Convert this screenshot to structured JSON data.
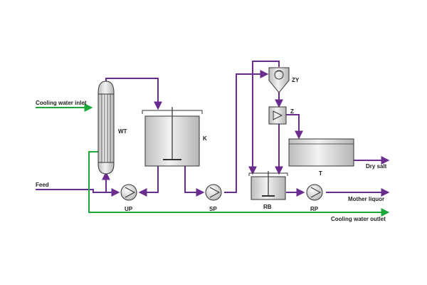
{
  "labels": {
    "cooling_water_inlet": "Cooling water inlet",
    "feed": "Feed",
    "dry_salt": "Dry salt",
    "mother_liquor": "Mother liquor",
    "cooling_water_outlet": "Cooling water outlet"
  },
  "equipment": {
    "wt": "WT",
    "k": "K",
    "up": "UP",
    "sp": "SP",
    "zy": "ZY",
    "z": "Z",
    "t": "T",
    "rb": "RB",
    "rp": "RP"
  },
  "colors": {
    "process_line": "#6a2c8f",
    "cooling_line": "#1fa83a",
    "equipment_fill": "#d4d4d4",
    "outline": "#333333"
  }
}
